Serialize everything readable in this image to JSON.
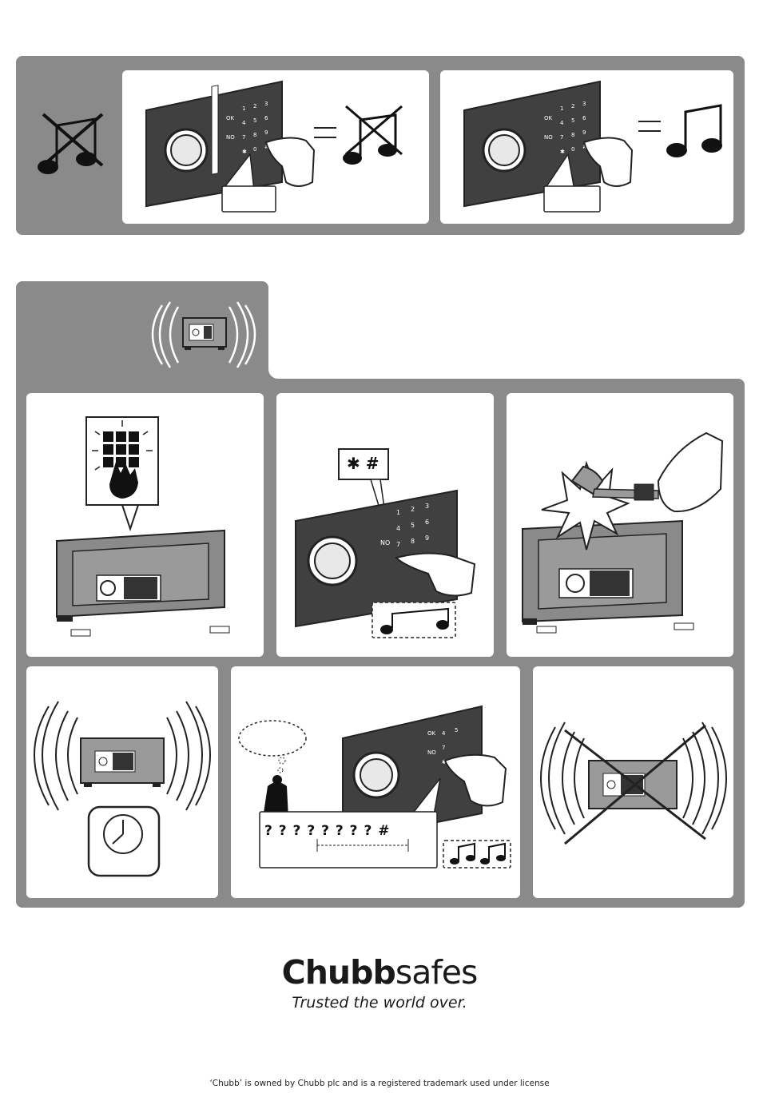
{
  "brand": {
    "name_bold": "Chubb",
    "name_light": "safes",
    "tagline": "Trusted the world over."
  },
  "footer": {
    "trademark": "‘Chubb’ is owned by Chubb plc and is a registered trademark used under license"
  },
  "keypad": {
    "keys": [
      "1",
      "2",
      "3",
      "4",
      "5",
      "6",
      "7",
      "8",
      "9",
      "0",
      "✱",
      "#"
    ],
    "ok_label": "OK",
    "no_label": "NO"
  },
  "panel_star_hash": {
    "bubble": "✱ #"
  },
  "panel_code": {
    "sequence": "? ? ? ? ? ? ? ? #"
  }
}
